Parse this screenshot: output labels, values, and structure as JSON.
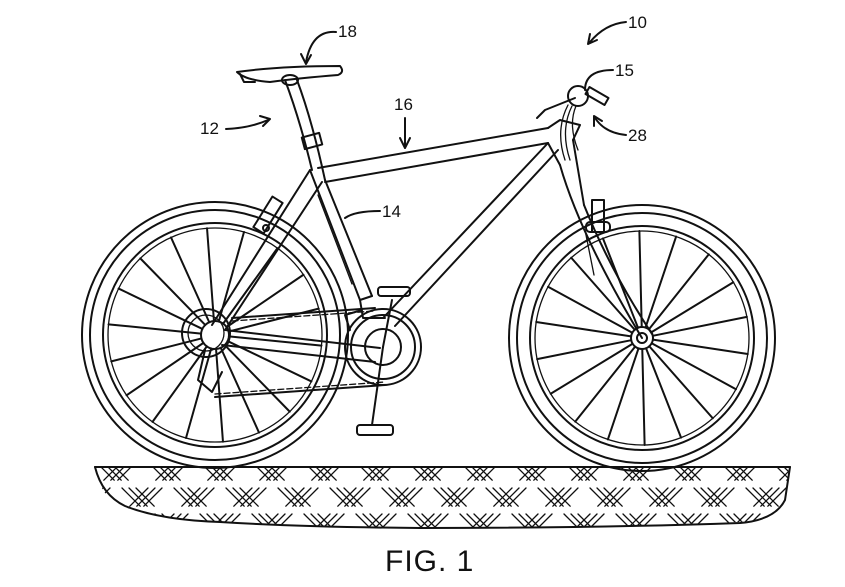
{
  "figure": {
    "caption": "FIG. 1",
    "ink_color": "#111111",
    "background_color": "#ffffff",
    "reference_numerals": [
      {
        "id": "bicycle",
        "label": "10"
      },
      {
        "id": "frame",
        "label": "12"
      },
      {
        "id": "seat-tube",
        "label": "14"
      },
      {
        "id": "handlebar",
        "label": "15"
      },
      {
        "id": "top-tube",
        "label": "16"
      },
      {
        "id": "saddle",
        "label": "18"
      },
      {
        "id": "shift-cable",
        "label": "28"
      }
    ]
  }
}
